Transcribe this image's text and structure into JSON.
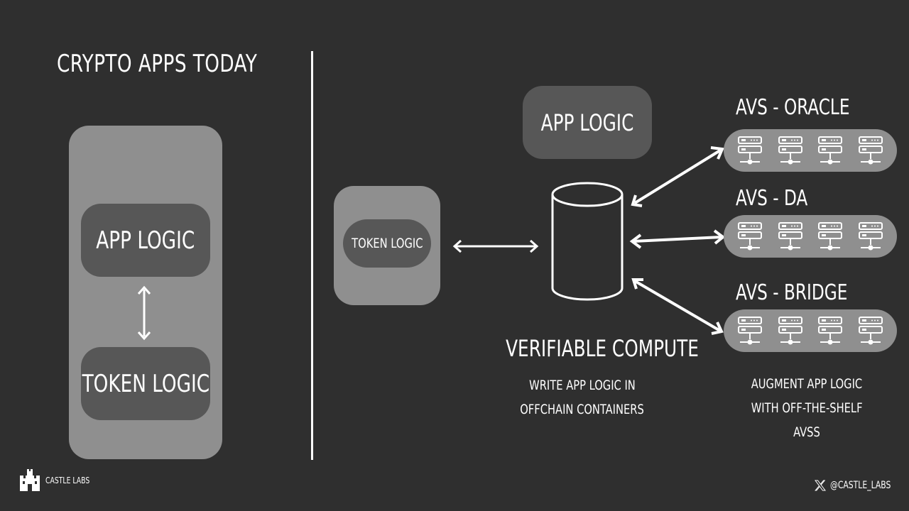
{
  "left": {
    "title": "CRYPTO APPS TODAY",
    "app_logic": "APP LOGIC",
    "token_logic": "TOKEN LOGIC"
  },
  "right": {
    "token_logic": "TOKEN LOGIC",
    "app_logic": "APP LOGIC",
    "compute": {
      "title": "VERIFIABLE COMPUTE",
      "desc_line1": "WRITE APP LOGIC IN",
      "desc_line2": "OFFCHAIN CONTAINERS"
    },
    "avs": [
      {
        "title": "AVS - ORACLE"
      },
      {
        "title": "AVS - DA"
      },
      {
        "title": "AVS - BRIDGE"
      }
    ],
    "avs_desc_line1": "AUGMENT APP LOGIC",
    "avs_desc_line2": "WITH OFF-THE-SHELF",
    "avs_desc_line3": "AVSS"
  },
  "footer": {
    "brand": "CASTLE LABS",
    "handle": "@CASTLE_LABS"
  },
  "icons": {
    "server": "server-rack-icon",
    "castle": "castle-logo-icon",
    "x": "x-logo-icon"
  },
  "colors": {
    "background": "#2f2f2f",
    "panel": "#8f8f8f",
    "box": "#575757",
    "line": "#ffffff"
  }
}
